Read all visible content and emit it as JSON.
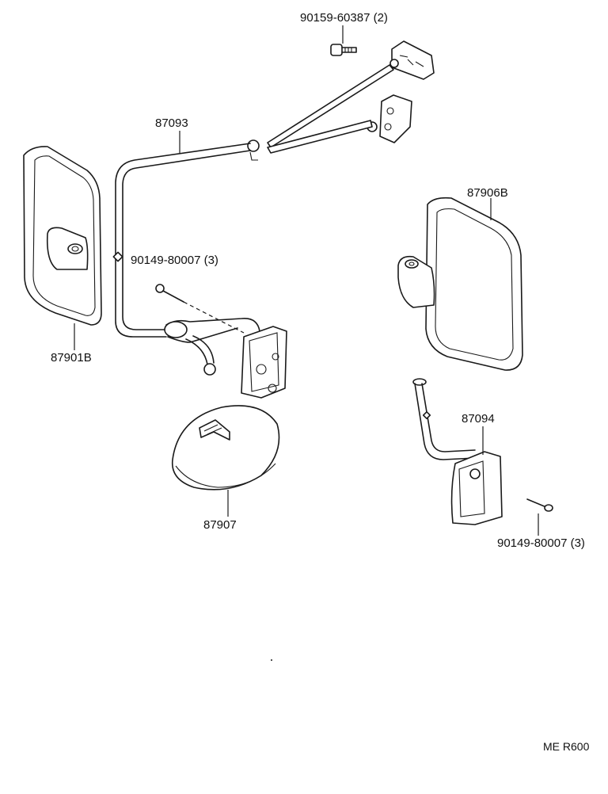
{
  "labels": {
    "bolt_top": "90159-60387 (2)",
    "stay_upper": "87093",
    "mirror_left": "87901B",
    "bolt_mid": "90149-80007 (3)",
    "mirror_right": "87906B",
    "stay_lower": "87094",
    "bolt_right": "90149-80007 (3)",
    "mirror_round": "87907",
    "diagram_code": "ME R600"
  }
}
